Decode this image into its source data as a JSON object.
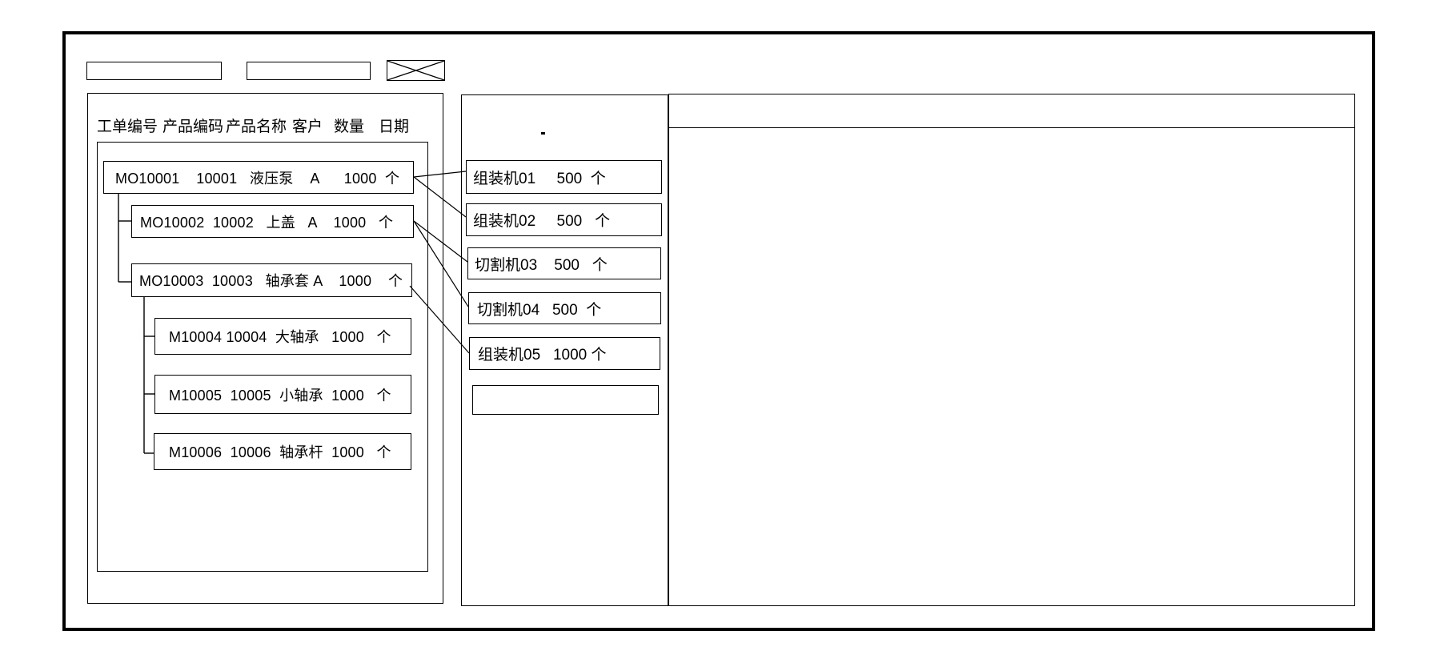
{
  "toolbar": {
    "input1_value": "",
    "input2_value": ""
  },
  "work_order_panel": {
    "columns": [
      "工单编号",
      "产品编码",
      "产品名称",
      "客户",
      "数量",
      "日期"
    ],
    "orders": [
      {
        "level": 0,
        "cells": [
          "MO10001",
          "10001",
          "液压泵",
          "A",
          "1000",
          "个"
        ],
        "label": "MO10001    10001   液压泵    A      1000  个"
      },
      {
        "level": 1,
        "cells": [
          "MO10002",
          "10002",
          "上盖",
          "A",
          "1000",
          "个"
        ],
        "label": "MO10002  10002   上盖   A    1000   个"
      },
      {
        "level": 1,
        "cells": [
          "MO10003",
          "10003",
          "轴承套",
          "A",
          "1000",
          "个"
        ],
        "label": "MO10003  10003   轴承套 A    1000    个"
      },
      {
        "level": 2,
        "cells": [
          "M10004",
          "10004",
          "大轴承",
          "1000",
          "个"
        ],
        "label": "M10004 10004  大轴承   1000   个"
      },
      {
        "level": 2,
        "cells": [
          "M10005",
          "10005",
          "小轴承",
          "1000",
          "个"
        ],
        "label": "M10005  10005  小轴承  1000   个"
      },
      {
        "level": 2,
        "cells": [
          "M10006",
          "10006",
          "轴承杆",
          "1000",
          "个"
        ],
        "label": "M10006  10006  轴承杆  1000   个"
      }
    ]
  },
  "machine_panel": {
    "dot": ".",
    "machines": [
      {
        "cells": [
          "组装机01",
          "500",
          "个"
        ],
        "label": "组装机01     500  个"
      },
      {
        "cells": [
          "组装机02",
          "500",
          "个"
        ],
        "label": "组装机02     500   个"
      },
      {
        "cells": [
          "切割机03",
          "500",
          "个"
        ],
        "label": "切割机03    500   个"
      },
      {
        "cells": [
          "切割机04",
          "500",
          "个"
        ],
        "label": "切割机04   500  个"
      },
      {
        "cells": [
          "组装机05",
          "1000",
          "个"
        ],
        "label": "组装机05   1000 个"
      },
      {
        "cells": [],
        "label": ""
      }
    ],
    "links": [
      {
        "from": "MO10001",
        "to": "组装机01"
      },
      {
        "from": "MO10001",
        "to": "组装机02"
      },
      {
        "from": "MO10002",
        "to": "切割机03"
      },
      {
        "from": "MO10002",
        "to": "切割机04"
      },
      {
        "from": "MO10003",
        "to": "组装机05"
      }
    ]
  },
  "colors": {
    "line": "#000000",
    "background": "#ffffff"
  }
}
